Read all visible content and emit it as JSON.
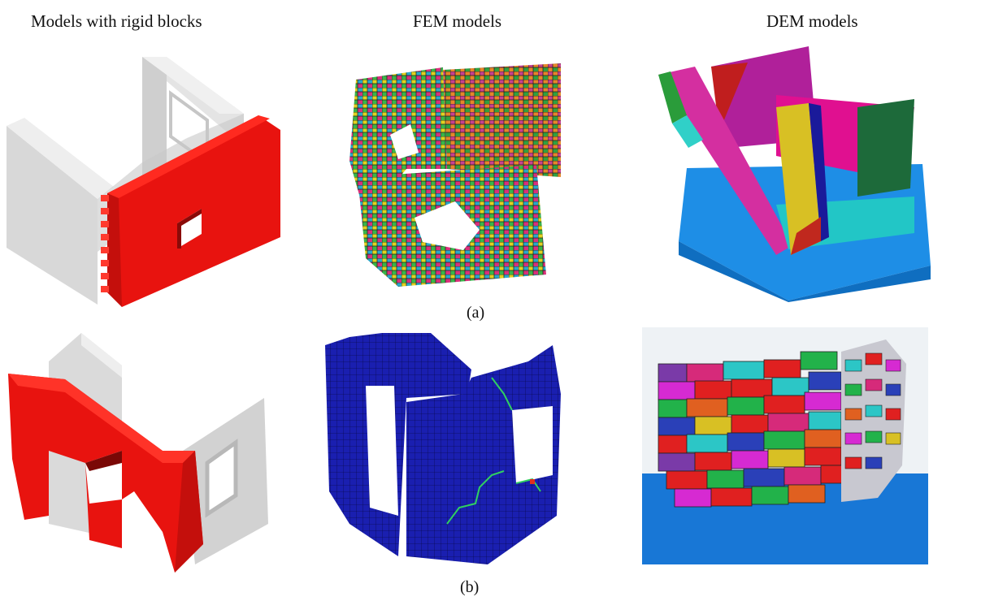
{
  "figure": {
    "column_headers": {
      "rigid": "Models with rigid blocks",
      "fem": "FEM models",
      "dem": "DEM models"
    },
    "captions": {
      "row_a": "(a)",
      "row_b": "(b)"
    },
    "colors": {
      "rigid_red": "#e8130f",
      "rigid_red_dark": "#b80c0a",
      "gray_wall": "#d6d6d6",
      "fem_blue": "#1a1fb0",
      "dem_base": "#1e8ee6"
    }
  }
}
